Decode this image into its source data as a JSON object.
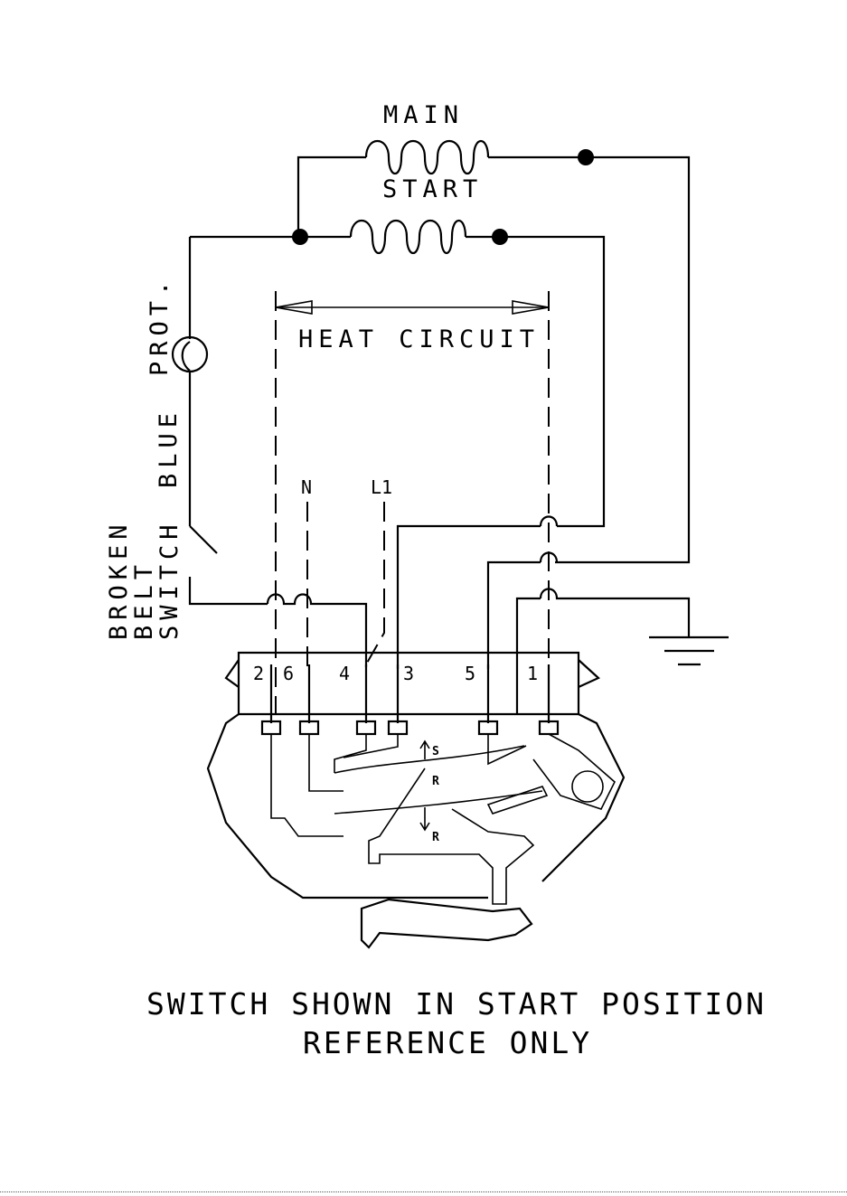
{
  "labels": {
    "main": "MAIN",
    "start": "START",
    "prot": "PROT.",
    "blue": "BLUE",
    "heat_circuit": "HEAT CIRCUIT",
    "n": "N",
    "l1": "L1",
    "broken_belt_switch": [
      "BROKEN",
      "BELT",
      "SWITCH"
    ],
    "terminals": [
      "2",
      "6",
      "4",
      "3",
      "5",
      "1"
    ],
    "s_mark": "S",
    "r_mark_upper": "R",
    "r_mark_lower": "R"
  },
  "caption": {
    "line1": "SWITCH SHOWN IN START POSITION",
    "line2": "REFERENCE ONLY"
  }
}
